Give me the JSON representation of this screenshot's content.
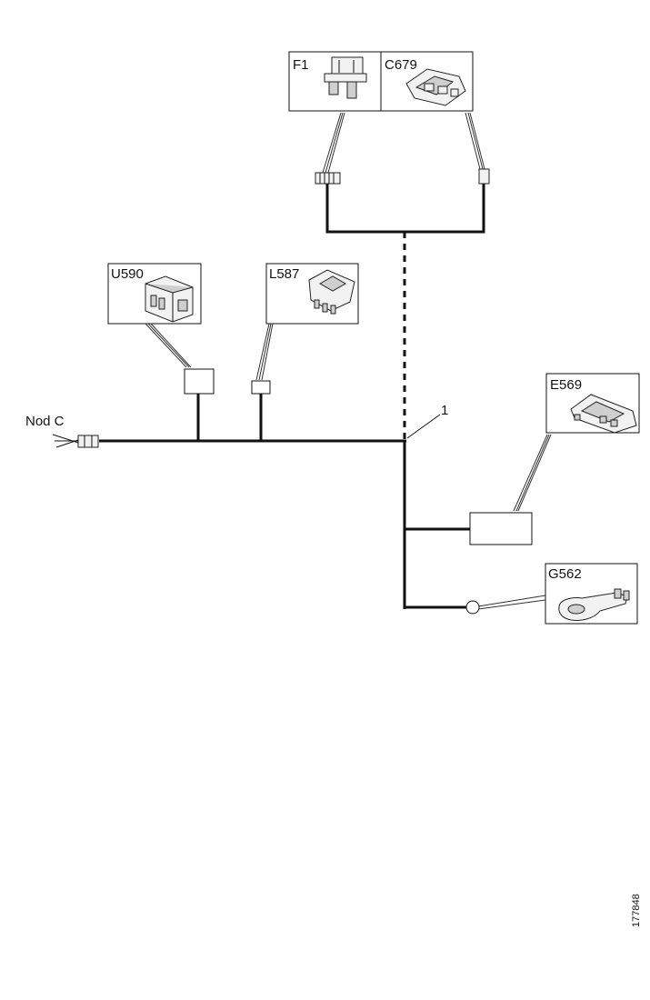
{
  "diagram": {
    "components": {
      "f1": "F1",
      "c679": "C679",
      "u590": "U590",
      "l587": "L587",
      "e569": "E569",
      "g562": "G562"
    },
    "node_label": "Nod C",
    "callout_1": "1",
    "figure_id": "177848"
  }
}
